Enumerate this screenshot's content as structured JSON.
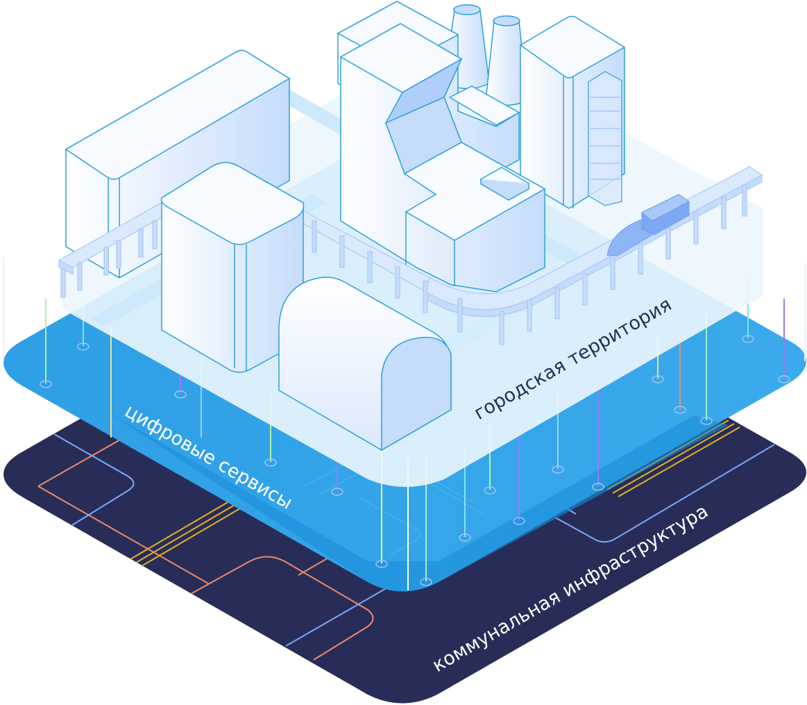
{
  "labels": {
    "city": "городская территория",
    "digital": "цифровые сервисы",
    "utility": "коммунальная инфраструктура"
  },
  "colors": {
    "utility_layer": "#282d58",
    "digital_layer": "#1f92dc",
    "digital_layer_light": "#36a9ec",
    "city_layer": "#e8f4fc",
    "building_stroke": "#2aa0dc",
    "building_light": "#f7fbff",
    "building_shade": "#c5dcfb",
    "pipe_orange": "#ef8a6a",
    "pipe_blue": "#7ea8f5",
    "pipe_yellow": "#e2b324",
    "city_label": "#273058",
    "service_label": "#ffffff"
  }
}
